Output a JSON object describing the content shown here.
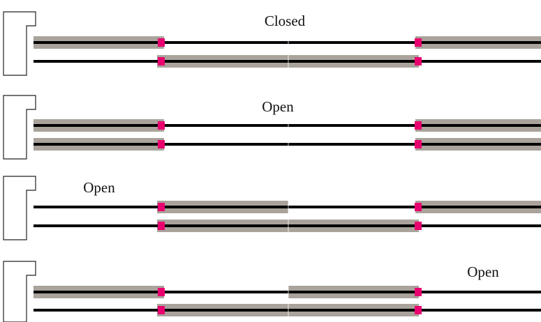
{
  "colors": {
    "background": "#ffffff",
    "line": "#000000",
    "segment_highlight": "#a9a39b",
    "junction_marker": "#e8006f",
    "outline": "#222222"
  },
  "panels": [
    {
      "label": "Closed",
      "top_track_highlights": [
        "left",
        "right"
      ],
      "bottom_track_highlights": [
        "center-left",
        "center-right"
      ]
    },
    {
      "label": "Open",
      "top_track_highlights": [
        "left",
        "right"
      ],
      "bottom_track_highlights": [
        "left",
        "right"
      ]
    },
    {
      "label": "Open",
      "top_track_highlights": [
        "center-left",
        "right"
      ],
      "bottom_track_highlights": [
        "center-left",
        "center-right"
      ]
    },
    {
      "label": "Open",
      "top_track_highlights": [
        "left",
        "center-right"
      ],
      "bottom_track_highlights": [
        "center-left",
        "center-right"
      ]
    }
  ]
}
